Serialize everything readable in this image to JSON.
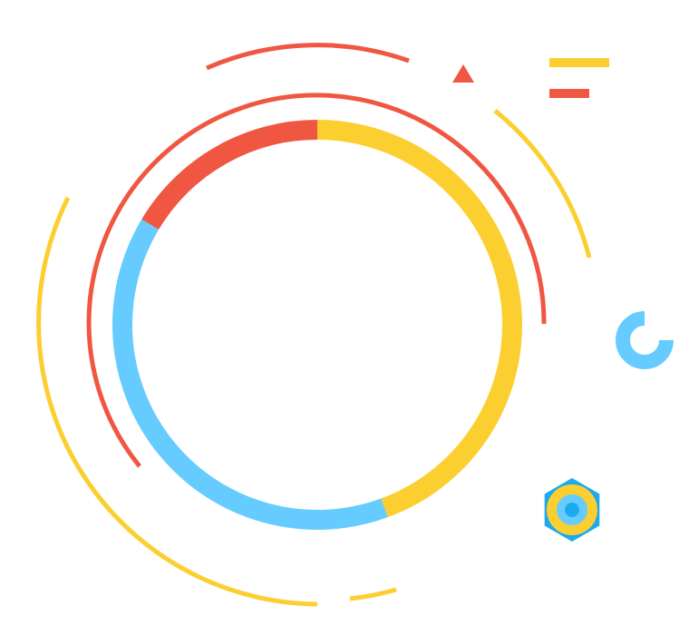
{
  "colors": {
    "red": "#f05742",
    "yellow": "#fccf31",
    "light_blue": "#66ccff",
    "blue": "#1ba9ef",
    "background": "#ffffff"
  },
  "donut_segments": [
    {
      "name": "yellow-segment",
      "color_key": "yellow",
      "share": 0.444
    },
    {
      "name": "blue-segment",
      "color_key": "light_blue",
      "share": 0.392
    },
    {
      "name": "red-segment",
      "color_key": "red",
      "share": 0.164
    }
  ],
  "icons": [
    "triangle-icon",
    "menu-lines-icon",
    "ring-arc-icon",
    "gear-icon"
  ]
}
